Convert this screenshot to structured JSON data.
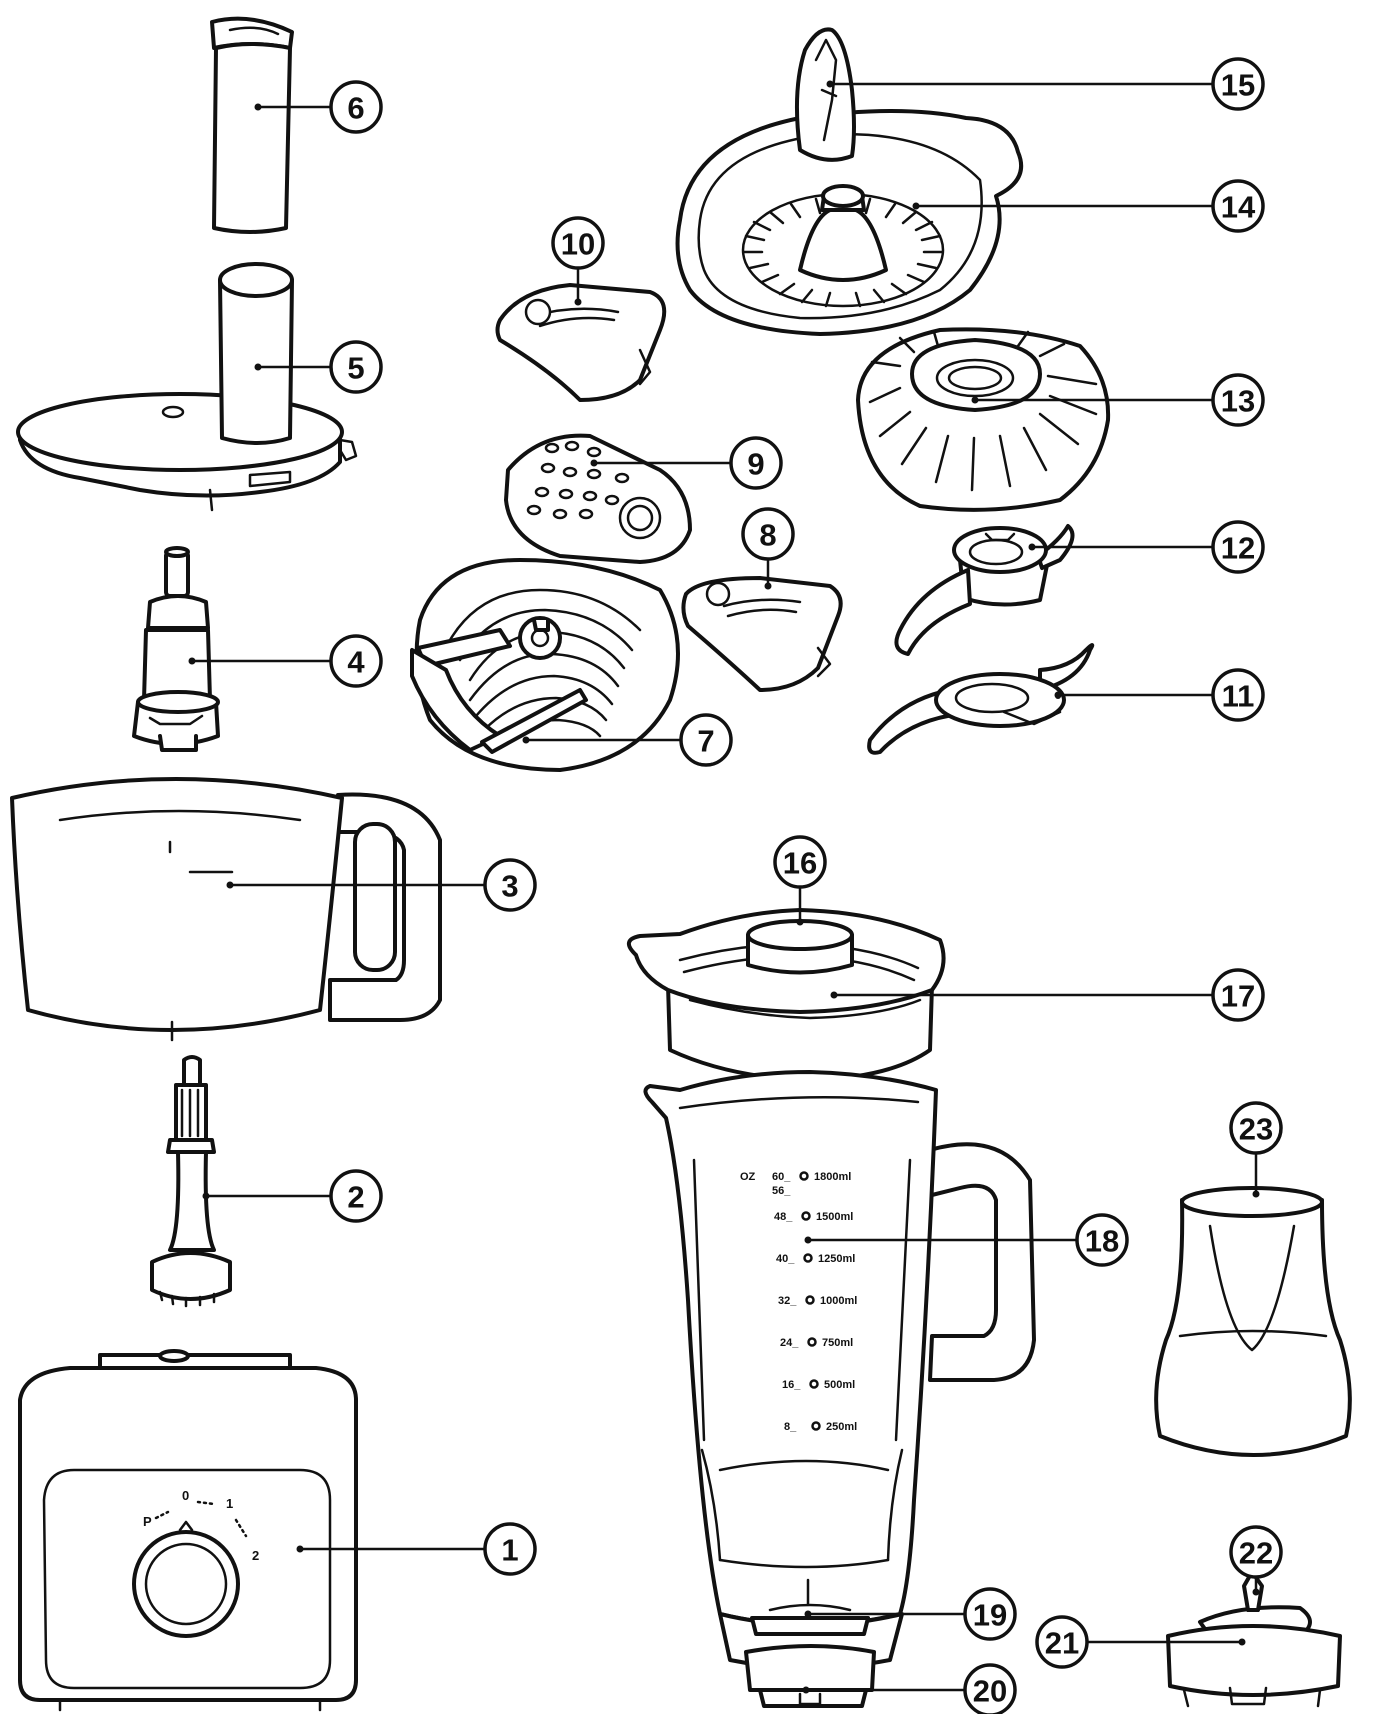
{
  "callouts": [
    {
      "id": "p1",
      "label": "1"
    },
    {
      "id": "p2",
      "label": "2"
    },
    {
      "id": "p3",
      "label": "3"
    },
    {
      "id": "p4",
      "label": "4"
    },
    {
      "id": "p5",
      "label": "5"
    },
    {
      "id": "p6",
      "label": "6"
    },
    {
      "id": "p7",
      "label": "7"
    },
    {
      "id": "p8",
      "label": "8"
    },
    {
      "id": "p9",
      "label": "9"
    },
    {
      "id": "p10",
      "label": "10"
    },
    {
      "id": "p11",
      "label": "11"
    },
    {
      "id": "p12",
      "label": "12"
    },
    {
      "id": "p13",
      "label": "13"
    },
    {
      "id": "p14",
      "label": "14"
    },
    {
      "id": "p15",
      "label": "15"
    },
    {
      "id": "p16",
      "label": "16"
    },
    {
      "id": "p17",
      "label": "17"
    },
    {
      "id": "p18",
      "label": "18"
    },
    {
      "id": "p19",
      "label": "19"
    },
    {
      "id": "p20",
      "label": "20"
    },
    {
      "id": "p21",
      "label": "21"
    },
    {
      "id": "p22",
      "label": "22"
    },
    {
      "id": "p23",
      "label": "23"
    }
  ],
  "dial": {
    "p": "P",
    "zero": "0",
    "one": "1",
    "two": "2"
  },
  "jug_scale": [
    {
      "oz": "60_",
      "ml": "1800ml"
    },
    {
      "oz": "56_",
      "ml": ""
    },
    {
      "oz": "48_",
      "ml": "1500ml"
    },
    {
      "oz": "40_",
      "ml": "1250ml"
    },
    {
      "oz": "32_",
      "ml": "1000ml"
    },
    {
      "oz": "24_",
      "ml": "750ml"
    },
    {
      "oz": "16_",
      "ml": "500ml"
    },
    {
      "oz": "8_",
      "ml": "250ml"
    }
  ],
  "jug_unit": "OZ"
}
